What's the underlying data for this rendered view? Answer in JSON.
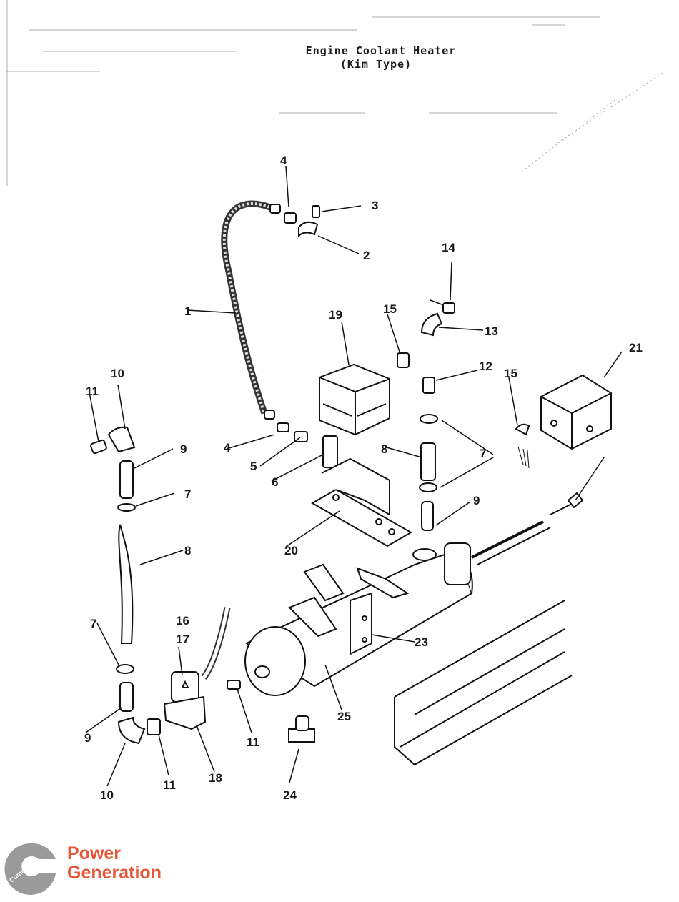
{
  "title": {
    "line1": "Engine Coolant Heater",
    "line2": "(Kim Type)"
  },
  "callouts": [
    "1",
    "2",
    "3",
    "4",
    "4",
    "5",
    "6",
    "7",
    "7",
    "7",
    "8",
    "8",
    "9",
    "9",
    "9",
    "10",
    "10",
    "11",
    "11",
    "11",
    "12",
    "13",
    "14",
    "15",
    "15",
    "16",
    "17",
    "18",
    "19",
    "20",
    "21",
    "23",
    "24",
    "25"
  ],
  "brand": {
    "line1": "Power",
    "line2": "Generation",
    "logo_text": "Cummins",
    "color": "#e4583a",
    "logo_color": "#9a9a9a"
  }
}
